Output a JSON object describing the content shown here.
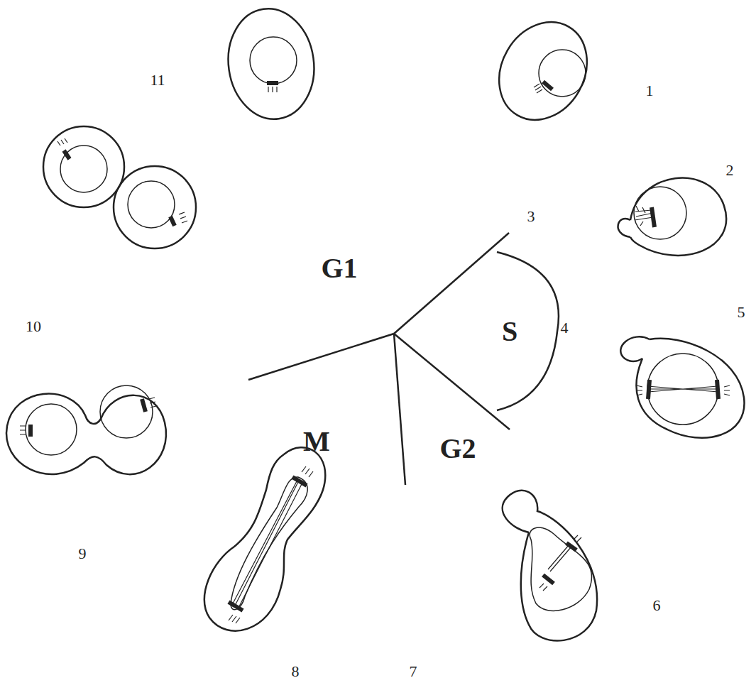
{
  "diagram": {
    "labels": [
      "11",
      "1",
      "2",
      "3",
      "4",
      "5",
      "10",
      "9",
      "8",
      "7",
      "6",
      "G1",
      "S",
      "G2",
      "M"
    ]
  }
}
